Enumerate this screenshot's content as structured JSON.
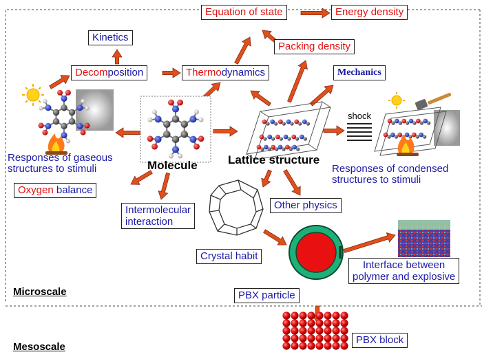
{
  "labels": {
    "equation_of_state": "Equation of state",
    "energy_density": "Energy density",
    "kinetics": "Kinetics",
    "packing_density": "Packing density",
    "decom": "Decom",
    "position": "position",
    "thermo": "Thermo",
    "dynamics": "dynamics",
    "mechanics": "Mechanics",
    "shock": "shock",
    "responses_gaseous_line1": "Responses of gaseous",
    "responses_gaseous_line2": "structures to stimuli",
    "molecule": "Molecule",
    "lattice_structure": "Lattice structure",
    "responses_condensed_line1": "Responses of condensed",
    "responses_condensed_line2": "structures to stimuli",
    "oxygen": "Oxygen",
    "balance": "balance",
    "intermolecular_line1": "Intermolecular",
    "intermolecular_line2": "interaction",
    "other_physics": "Other physics",
    "crystal_habit": "Crystal habit",
    "interface_line1": "Interface between",
    "interface_line2": "polymer and explosive",
    "pbx_particle": "PBX particle",
    "pbx_block": "PBX block",
    "microscale": "Microscale",
    "mesoscale": "Mesoscale"
  },
  "colors": {
    "arrow": "#e0501a",
    "arrow_outline": "#8a2a10",
    "label_red": "#e01010",
    "label_blue": "#1a1aa6",
    "particle_core": "#e81010",
    "particle_shell": "#1fb07a",
    "block_ball": "#e81010"
  },
  "icons": [
    "molecule-icon",
    "crystal-lattice-icon",
    "flame-icon",
    "sun-icon",
    "hammer-icon",
    "crystal-habit-icon",
    "pbx-particle-icon",
    "pbx-block-icon",
    "interface-texture-icon"
  ]
}
